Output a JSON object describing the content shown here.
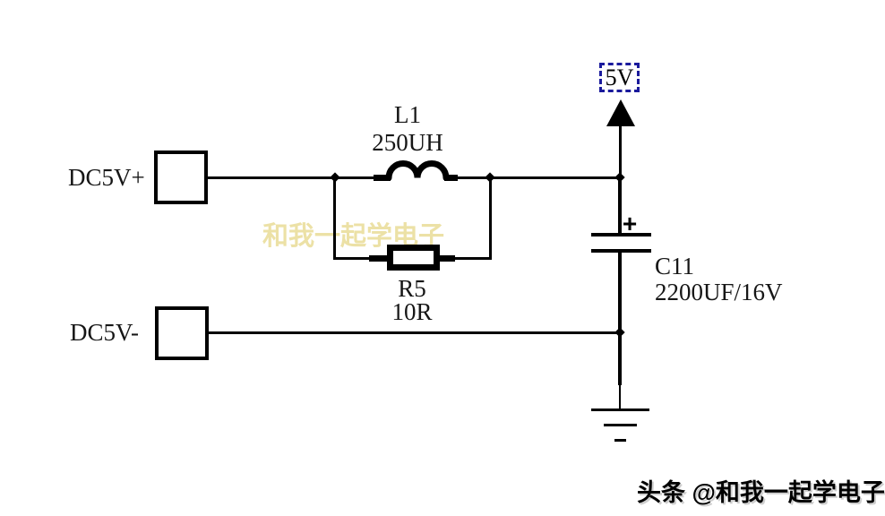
{
  "schematic": {
    "power_flag": {
      "label": "5V"
    },
    "terminals": {
      "positive": {
        "label": "DC5V+"
      },
      "negative": {
        "label": "DC5V-"
      }
    },
    "inductor": {
      "ref": "L1",
      "value": "250UH"
    },
    "resistor": {
      "ref": "R5",
      "value": "10R"
    },
    "capacitor": {
      "ref": "C11",
      "value": "2200UF/16V",
      "polarity": "+"
    },
    "colors": {
      "wire": "#000000",
      "power_box_border": "#1a1a9c",
      "watermark_text": "#ece1a6"
    }
  },
  "watermark": {
    "text": "和我一起学电子"
  },
  "footer": {
    "text": "头条 @和我一起学电子"
  }
}
